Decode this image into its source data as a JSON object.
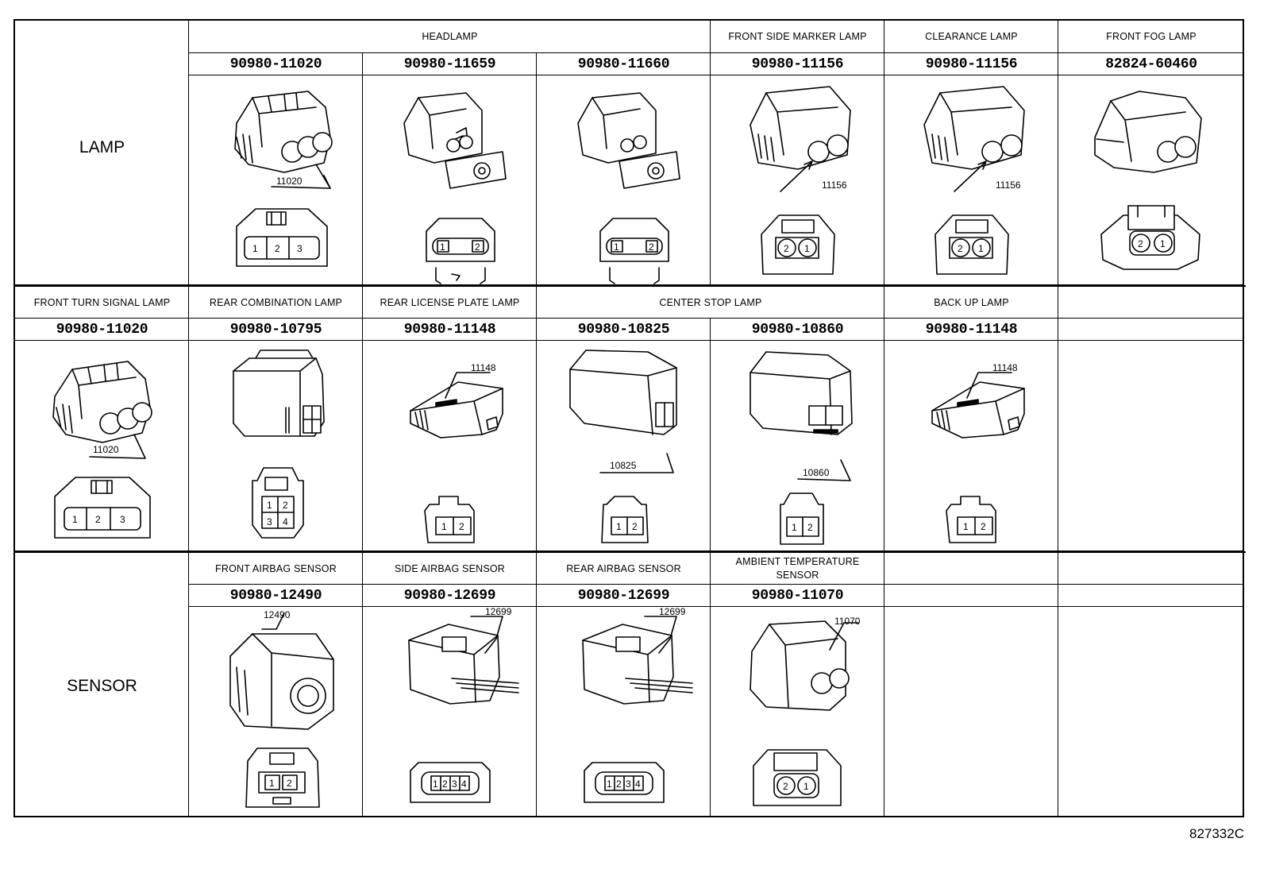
{
  "categories": {
    "lamp": "LAMP",
    "sensor": "SENSOR"
  },
  "row1": {
    "groups": [
      "HEADLAMP",
      "FRONT SIDE MARKER LAMP",
      "CLEARANCE LAMP",
      "FRONT FOG LAMP"
    ],
    "parts": [
      "90980-11020",
      "90980-11659",
      "90980-11660",
      "90980-11156",
      "90980-11156",
      "82824-60460"
    ],
    "callouts": [
      "11020",
      "11156",
      "11156"
    ],
    "pins": [
      "1",
      "2",
      "3",
      "1",
      "2",
      "1",
      "2",
      "2",
      "1",
      "2",
      "1",
      "2",
      "1"
    ]
  },
  "row2": {
    "groups": [
      "FRONT TURN SIGNAL LAMP",
      "REAR COMBINATION LAMP",
      "REAR LICENSE PLATE LAMP",
      "CENTER STOP LAMP",
      "BACK UP LAMP"
    ],
    "parts": [
      "90980-11020",
      "90980-10795",
      "90980-11148",
      "90980-10825",
      "90980-10860",
      "90980-11148"
    ],
    "callouts": [
      "11020",
      "11148",
      "10825",
      "10860",
      "11148"
    ],
    "pins": [
      "1",
      "2",
      "3",
      "1",
      "2",
      "3",
      "4",
      "1",
      "2",
      "1",
      "2",
      "1",
      "2",
      "1",
      "2"
    ]
  },
  "row3": {
    "groups": [
      "FRONT AIRBAG SENSOR",
      "SIDE AIRBAG SENSOR",
      "REAR AIRBAG SENSOR",
      "AMBIENT TEMPERATURE SENSOR"
    ],
    "parts": [
      "90980-12490",
      "90980-12699",
      "90980-12699",
      "90980-11070"
    ],
    "callouts": [
      "12490",
      "12699",
      "12699",
      "11070"
    ],
    "pins": [
      "1",
      "2",
      "1",
      "2",
      "3",
      "4",
      "1",
      "2",
      "3",
      "4",
      "2",
      "1"
    ]
  },
  "figure_id": "827332C"
}
